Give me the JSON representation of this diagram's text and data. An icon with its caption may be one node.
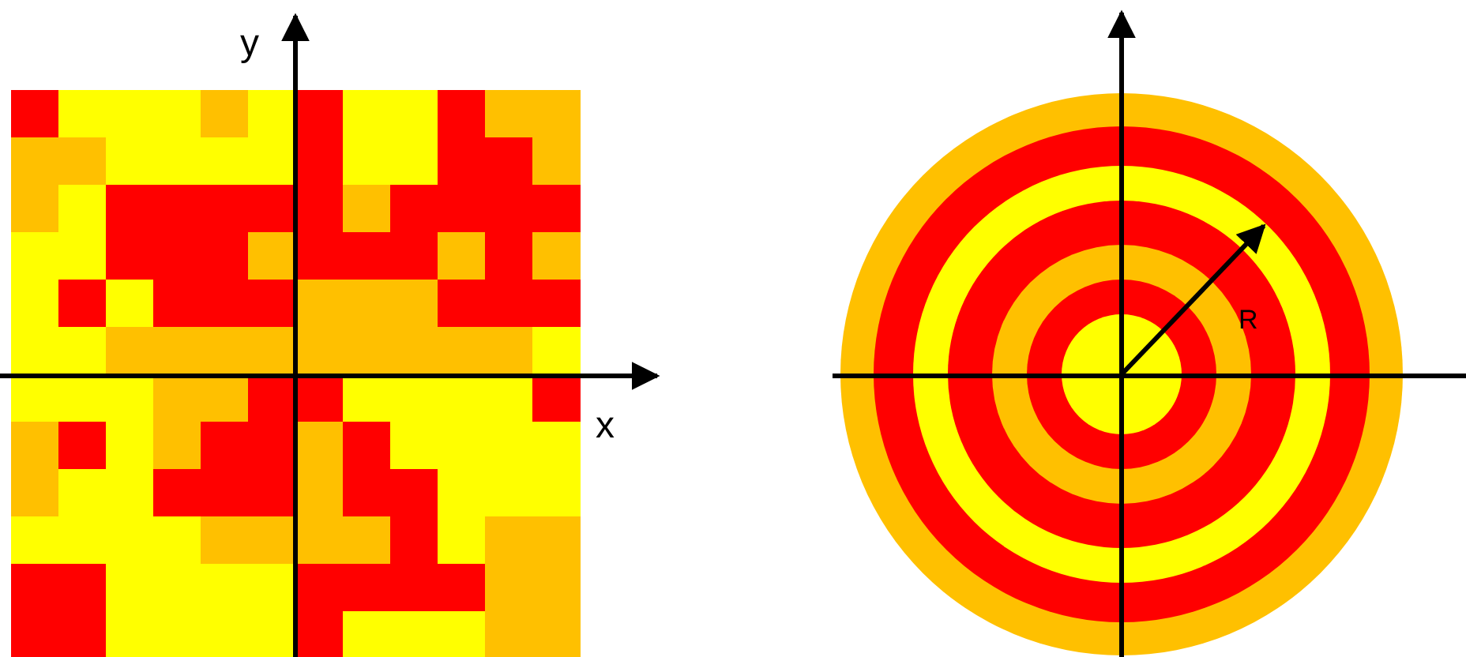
{
  "diagram": {
    "labels": [
      "y",
      "x",
      "R"
    ]
  }
}
